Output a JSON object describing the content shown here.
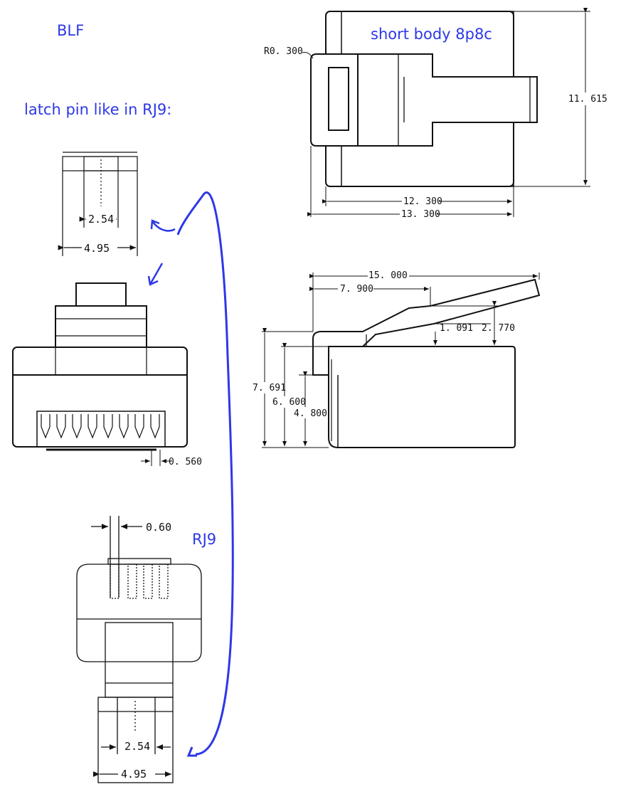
{
  "annotations": {
    "blf": "BLF",
    "latch_pin": "latch pin like in RJ9:",
    "short_body": "short body 8p8c",
    "rj9": "RJ9"
  },
  "top_view": {
    "radius": "R0. 300",
    "height": "11. 615",
    "inner_width": "12. 300",
    "outer_width": "13. 300"
  },
  "side_view": {
    "length": "15. 000",
    "latch_len": "7. 900",
    "latch_rise": "1. 091",
    "latch_height": "2. 770",
    "total_height": "7. 691",
    "body_height": "6. 600",
    "front_height": "4. 800"
  },
  "latch_detail": {
    "inner": "2.54",
    "outer": "4.95"
  },
  "front_view": {
    "pitch": "0. 560"
  },
  "rj9_view": {
    "pin_width": "0.60",
    "inner": "2.54",
    "outer": "4.95"
  },
  "colors": {
    "annotation": "#2d38e6",
    "line": "#111111"
  }
}
